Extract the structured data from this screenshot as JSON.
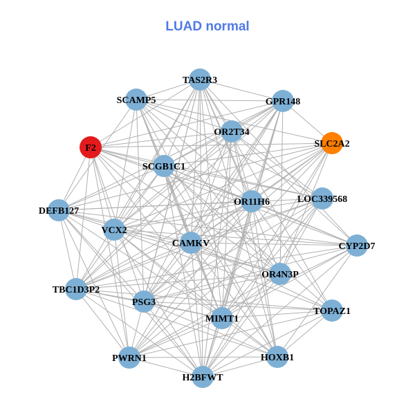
{
  "title": "LUAD normal",
  "colors": {
    "default_node": "#7eb0d5",
    "highlight_red": "#e41a1c",
    "highlight_orange": "#ff7f00",
    "edge": "#b0b0b0",
    "title": "#4f7ae6"
  },
  "nodes": [
    {
      "name": "TAS2R3",
      "color": "#7eb0d5"
    },
    {
      "name": "SCAMP5",
      "color": "#7eb0d5"
    },
    {
      "name": "GPR148",
      "color": "#7eb0d5"
    },
    {
      "name": "OR2T34",
      "color": "#7eb0d5"
    },
    {
      "name": "F2",
      "color": "#e41a1c"
    },
    {
      "name": "SLC2A2",
      "color": "#ff7f00"
    },
    {
      "name": "SCGB1C1",
      "color": "#7eb0d5"
    },
    {
      "name": "LOC339568",
      "color": "#7eb0d5"
    },
    {
      "name": "OR11H6",
      "color": "#7eb0d5"
    },
    {
      "name": "DEFB127",
      "color": "#7eb0d5"
    },
    {
      "name": "VCX2",
      "color": "#7eb0d5"
    },
    {
      "name": "CAMKV",
      "color": "#7eb0d5"
    },
    {
      "name": "CYP2D7",
      "color": "#7eb0d5"
    },
    {
      "name": "OR4N3P",
      "color": "#7eb0d5"
    },
    {
      "name": "TBC1D3P2",
      "color": "#7eb0d5"
    },
    {
      "name": "PSG3",
      "color": "#7eb0d5"
    },
    {
      "name": "TOPAZ1",
      "color": "#7eb0d5"
    },
    {
      "name": "MIMT1",
      "color": "#7eb0d5"
    },
    {
      "name": "PWRN1",
      "color": "#7eb0d5"
    },
    {
      "name": "HOXB1",
      "color": "#7eb0d5"
    },
    {
      "name": "H2BFWT",
      "color": "#7eb0d5"
    }
  ],
  "adjacency": {
    "0": [
      1,
      2,
      3,
      4,
      6,
      8,
      10,
      11,
      13,
      14,
      15,
      17,
      18,
      19,
      20,
      12,
      16
    ],
    "1": [
      2,
      3,
      5,
      6,
      8,
      9,
      10,
      11,
      13,
      15,
      17,
      19,
      7
    ],
    "2": [
      3,
      4,
      5,
      6,
      8,
      10,
      11,
      13,
      15,
      17,
      18,
      20,
      9,
      14
    ],
    "3": [
      4,
      6,
      7,
      8,
      10,
      11,
      12,
      14,
      15,
      17,
      19,
      20
    ],
    "4": [
      5,
      6,
      7,
      8,
      9,
      10,
      11,
      13,
      14,
      15,
      17,
      18,
      12
    ],
    "5": [
      6,
      8,
      9,
      10,
      11,
      13,
      15,
      17,
      18,
      20,
      14
    ],
    "6": [
      7,
      8,
      9,
      10,
      11,
      12,
      13,
      14,
      16,
      17,
      19,
      20
    ],
    "7": [
      9,
      10,
      11,
      13,
      14,
      15,
      17,
      18,
      20
    ],
    "8": [
      9,
      10,
      11,
      12,
      14,
      15,
      16,
      17,
      18,
      19,
      20
    ],
    "9": [
      10,
      11,
      12,
      13,
      14,
      15,
      17,
      18,
      20
    ],
    "10": [
      11,
      12,
      13,
      16,
      17,
      18,
      19,
      20
    ],
    "11": [
      12,
      13,
      14,
      15,
      16,
      17,
      19,
      20
    ],
    "12": [
      14,
      15,
      17,
      18,
      19,
      20
    ],
    "13": [
      14,
      15,
      17,
      18,
      20
    ],
    "14": [
      15,
      16,
      17,
      18,
      19,
      20
    ],
    "15": [
      16,
      17,
      19,
      20
    ],
    "16": [
      17,
      18,
      19,
      20
    ],
    "17": [
      18,
      19,
      20
    ],
    "18": [
      19,
      20
    ],
    "19": [
      20
    ]
  }
}
